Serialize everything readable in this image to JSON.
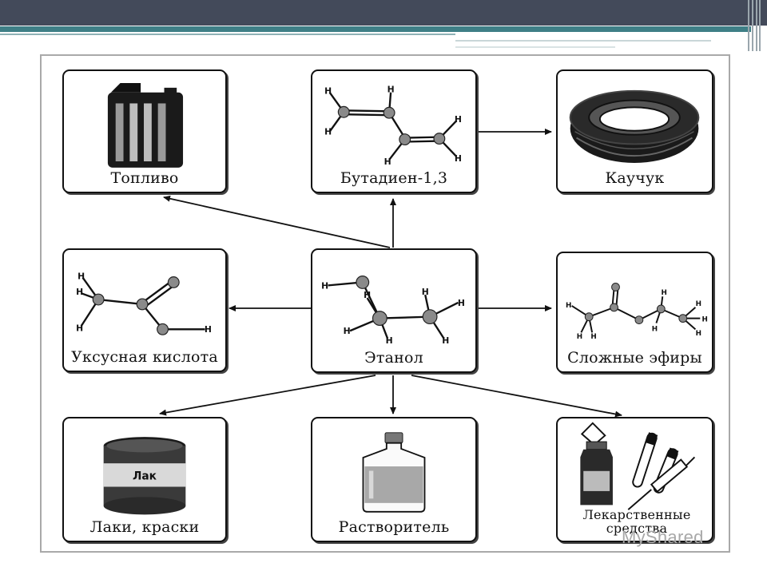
{
  "diagram": {
    "center": {
      "label": "Этанол"
    },
    "products": [
      {
        "id": "fuel",
        "label": "Топливо"
      },
      {
        "id": "butadiene",
        "label": "Бутадиен-1,3"
      },
      {
        "id": "rubber",
        "label": "Каучук"
      },
      {
        "id": "acetic",
        "label": "Уксусная кислота"
      },
      {
        "id": "esters",
        "label": "Сложные эфиры"
      },
      {
        "id": "varnish",
        "label": "Лаки, краски",
        "can_text": "Лак"
      },
      {
        "id": "solvent",
        "label": "Растворитель"
      },
      {
        "id": "medicine",
        "label": "Лекарственные средства"
      }
    ],
    "atom_label": "H",
    "colors": {
      "ink": "#111111",
      "atom": "#8a8a8a",
      "header": "#434a5a",
      "accent": "#3f7f86"
    }
  },
  "watermark": {
    "text": "MyShared"
  }
}
